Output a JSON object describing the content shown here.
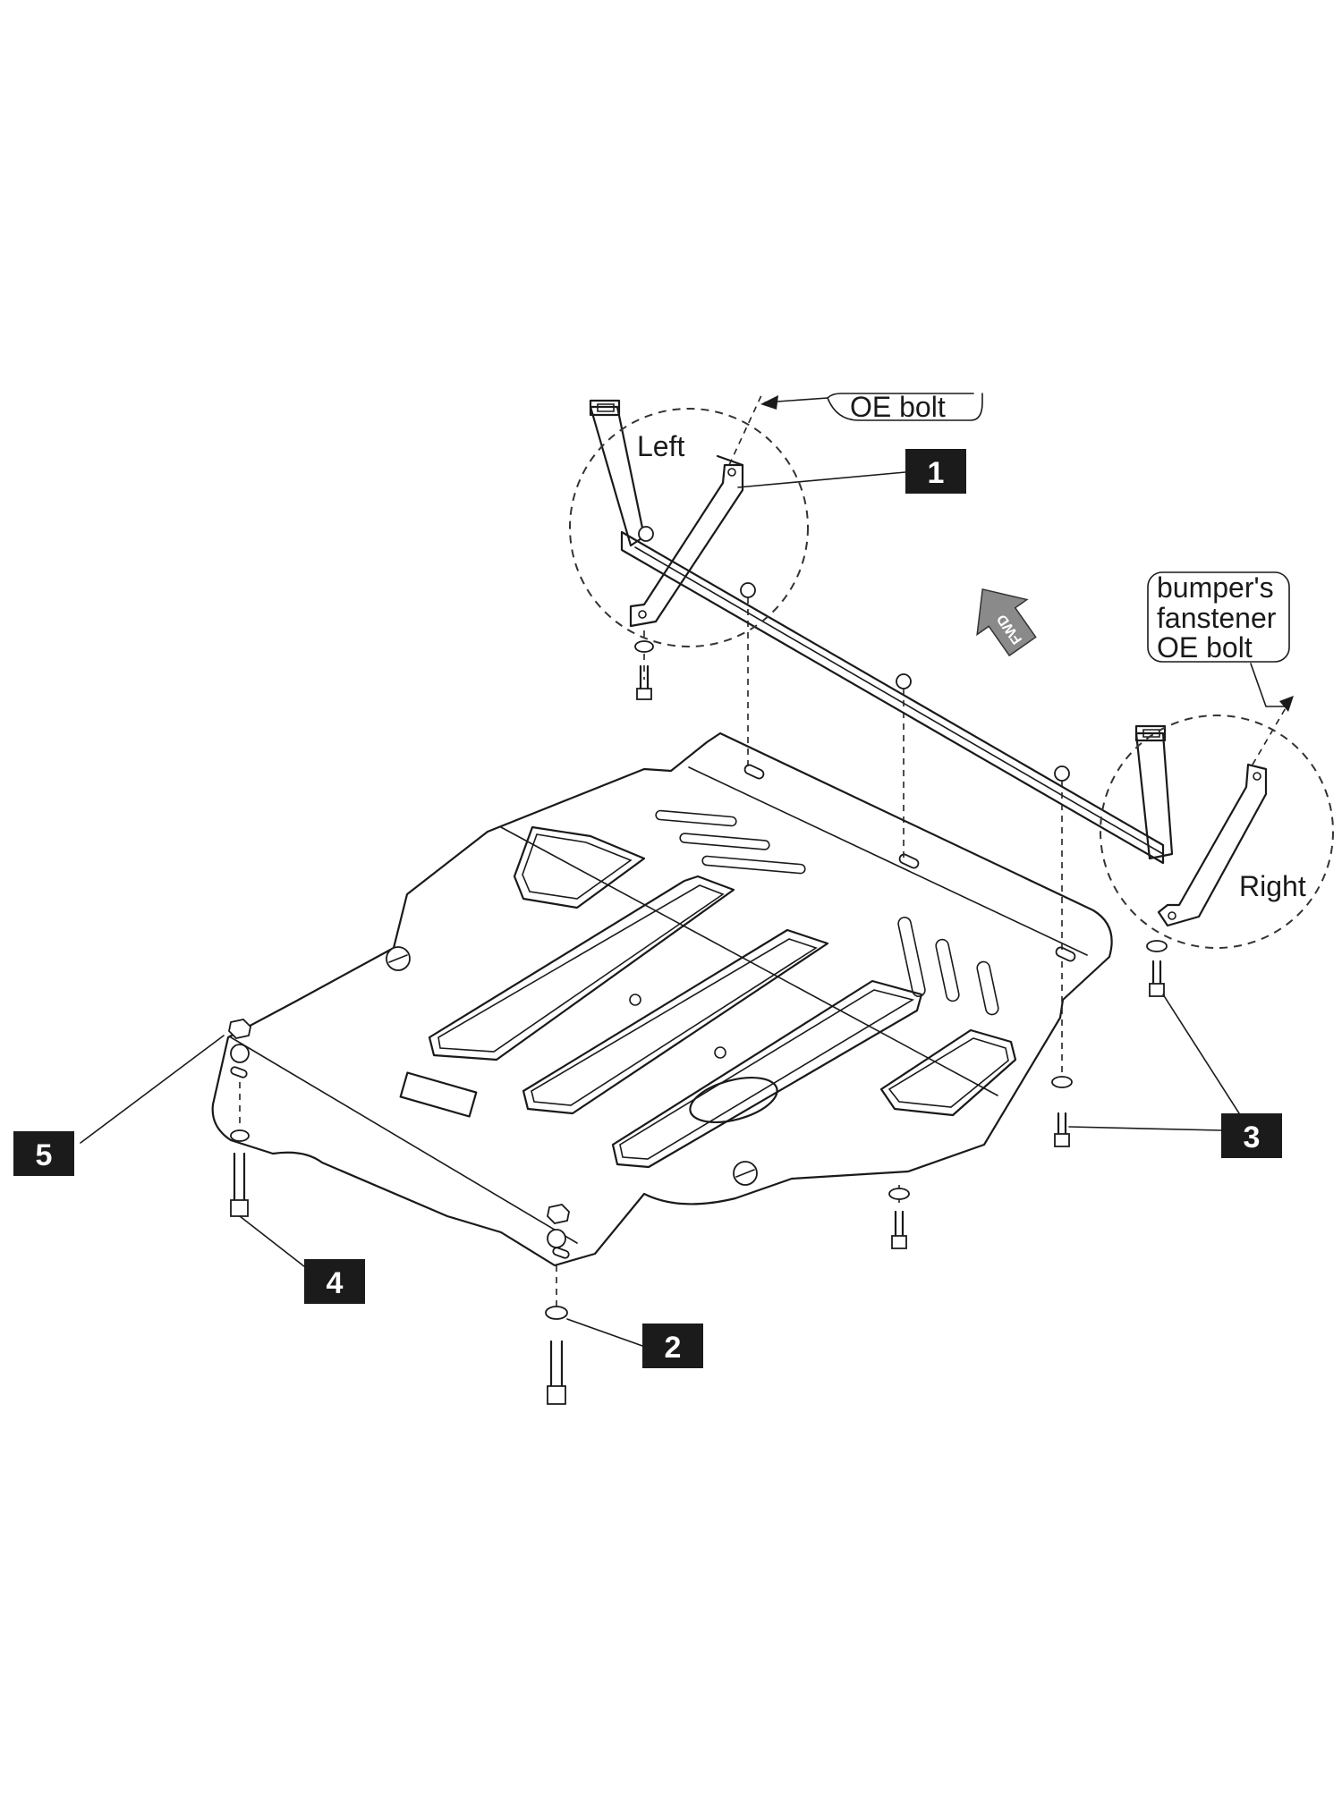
{
  "callouts": {
    "oe_bolt_top": "OE bolt",
    "left": "Left",
    "right": "Right",
    "bumper_line1": "bumper's",
    "bumper_line2": "fanstener",
    "bumper_line3": "OE bolt",
    "fwd": "FWD"
  },
  "part_numbers": {
    "p1": "1",
    "p2": "2",
    "p3": "3",
    "p4": "4",
    "p5": "5"
  },
  "colors": {
    "line": "#1a1a1a",
    "tag_fill": "#1b1b1b",
    "tag_text": "#ffffff",
    "arrow_fill": "#8a8a8a"
  }
}
